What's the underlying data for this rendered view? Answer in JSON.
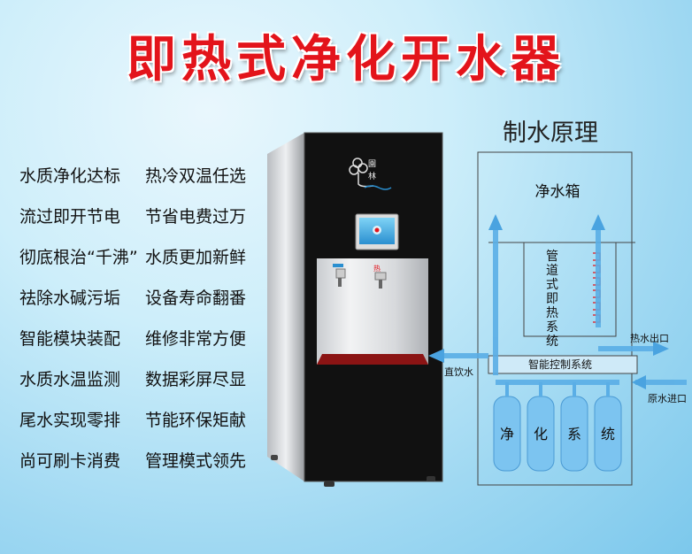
{
  "title": "即热式净化开水器",
  "features": [
    [
      "水质净化达标",
      "热冷双温任选"
    ],
    [
      "流过即开节电",
      "节省电费过万"
    ],
    [
      "彻底根治“千沸”",
      "水质更加新鲜"
    ],
    [
      "祛除水碱污垢",
      "设备寿命翻番"
    ],
    [
      "智能模块装配",
      "维修非常方便"
    ],
    [
      "水质水温监测",
      "数据彩屏尽显"
    ],
    [
      "尾水实现零排",
      "节能环保矩献"
    ],
    [
      "尚可刷卡消费",
      "管理模式领先"
    ]
  ],
  "machine": {
    "logo_text_top": "園",
    "logo_text_bottom": "林",
    "hot_label": "热"
  },
  "diagram": {
    "title": "制水原理",
    "tank_label": "净水箱",
    "heater_label": "管道式即热系统",
    "control_label": "智能控制系统",
    "hot_outlet": "热水出口",
    "direct_drink": "直饮水",
    "raw_inlet": "原水进口",
    "filters": [
      "净",
      "化",
      "系",
      "统"
    ]
  }
}
